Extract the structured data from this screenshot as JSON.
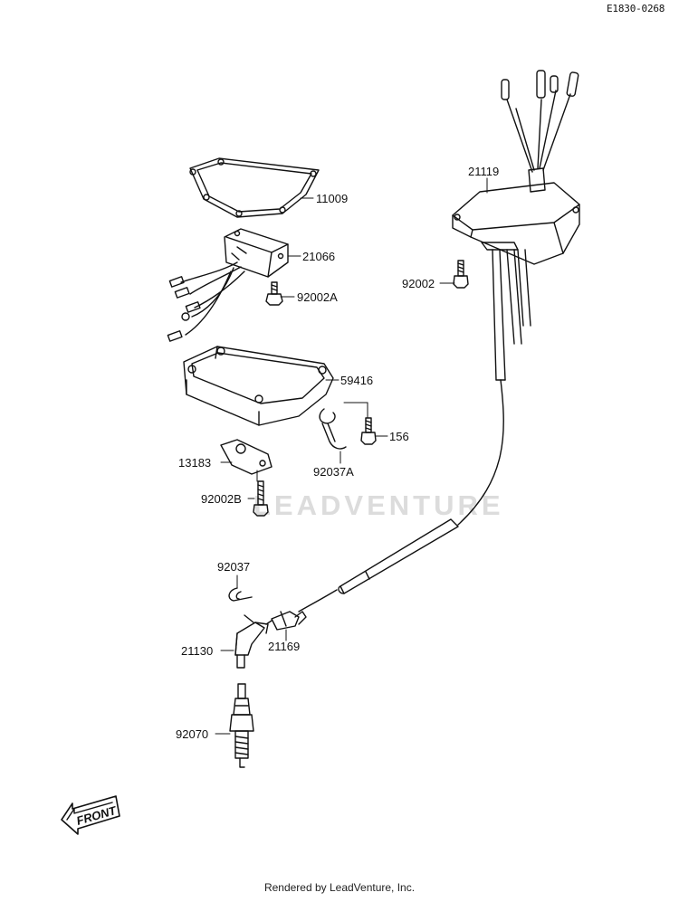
{
  "header": {
    "diagram_code": "E1830-0268"
  },
  "watermark": "LEADVENTURE",
  "footer": {
    "text": "Rendered by LeadVenture, Inc."
  },
  "front_marker": "FRONT",
  "parts": [
    {
      "id": "p11009",
      "number": "11009"
    },
    {
      "id": "p21066",
      "number": "21066"
    },
    {
      "id": "p92002A",
      "number": "92002A"
    },
    {
      "id": "p59416",
      "number": "59416"
    },
    {
      "id": "p156",
      "number": "156"
    },
    {
      "id": "p92037A",
      "number": "92037A"
    },
    {
      "id": "p13183",
      "number": "13183"
    },
    {
      "id": "p92002B",
      "number": "92002B"
    },
    {
      "id": "p21119",
      "number": "21119"
    },
    {
      "id": "p92002",
      "number": "92002"
    },
    {
      "id": "p92037",
      "number": "92037"
    },
    {
      "id": "p21130",
      "number": "21130"
    },
    {
      "id": "p21169",
      "number": "21169"
    },
    {
      "id": "p92070",
      "number": "92070"
    }
  ]
}
